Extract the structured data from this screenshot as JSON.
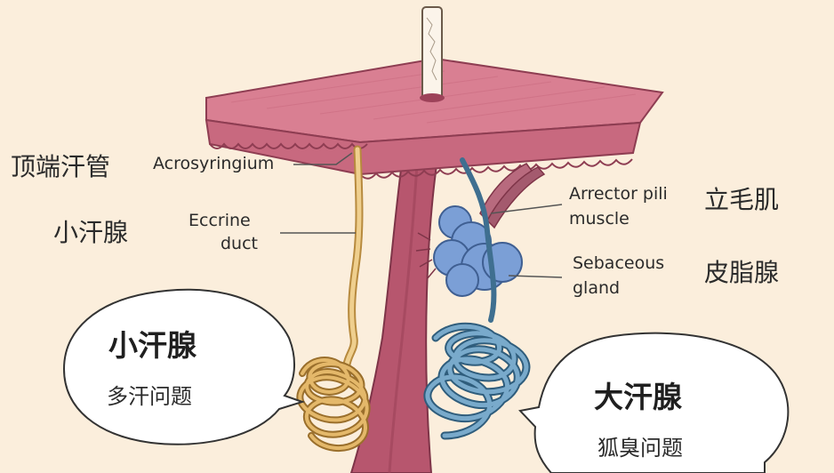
{
  "labels": {
    "acrosyringium_cn": "顶端汗管",
    "acrosyringium_en": "Acrosyringium",
    "eccrine_cn": "小汗腺",
    "eccrine_en_1": "Eccrine",
    "eccrine_en_2": "duct",
    "arrector_en_1": "Arrector pili",
    "arrector_en_2": "muscle",
    "arrector_cn": "立毛肌",
    "sebaceous_en_1": "Sebaceous",
    "sebaceous_en_2": "gland",
    "sebaceous_cn": "皮脂腺"
  },
  "bubbles": {
    "left_title": "小汗腺",
    "left_sub": "多汗问题",
    "right_title": "大汗腺",
    "right_sub": "狐臭问题"
  },
  "colors": {
    "background": "#fbeedc",
    "skin": "#d97f92",
    "skin_dark": "#a85066",
    "follicle": "#b7566e",
    "eccrine_duct": "#e8c27a",
    "eccrine_coil": "#d9a85a",
    "apocrine_coil": "#5f93b3",
    "sebaceous": "#7b9fd6",
    "muscle": "#a45a6e"
  }
}
